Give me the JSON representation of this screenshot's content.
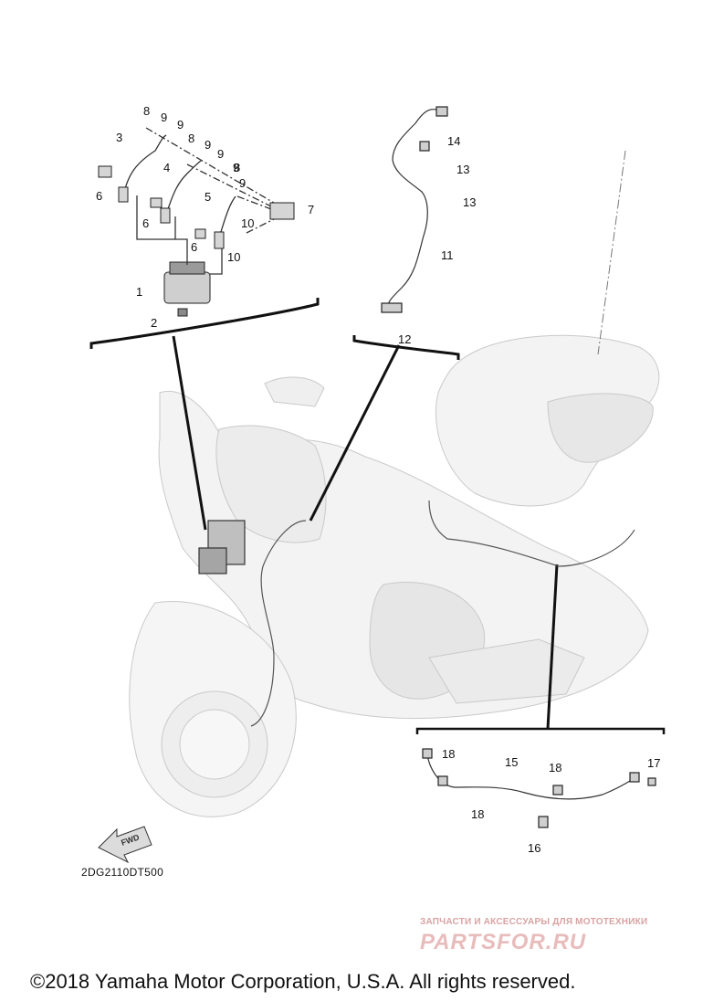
{
  "diagram": {
    "callouts": [
      "8",
      "9",
      "9",
      "3",
      "8",
      "9",
      "9",
      "9",
      "4",
      "8",
      "9",
      "6",
      "6",
      "5",
      "10",
      "10",
      "6",
      "7",
      "1",
      "2",
      "14",
      "13",
      "13",
      "11",
      "12",
      "18",
      "15",
      "18",
      "17",
      "18",
      "16"
    ],
    "fwd_label": "FWD",
    "diagram_code": "2DG2110DT500"
  },
  "watermark": {
    "line1": "ЗАПЧАСТИ И АКСЕССУАРЫ ДЛЯ МОТОТЕХНИКИ",
    "brand": "PARTSFOR.RU"
  },
  "copyright": "©2018 Yamaha Motor Corporation, U.S.A. All rights reserved."
}
